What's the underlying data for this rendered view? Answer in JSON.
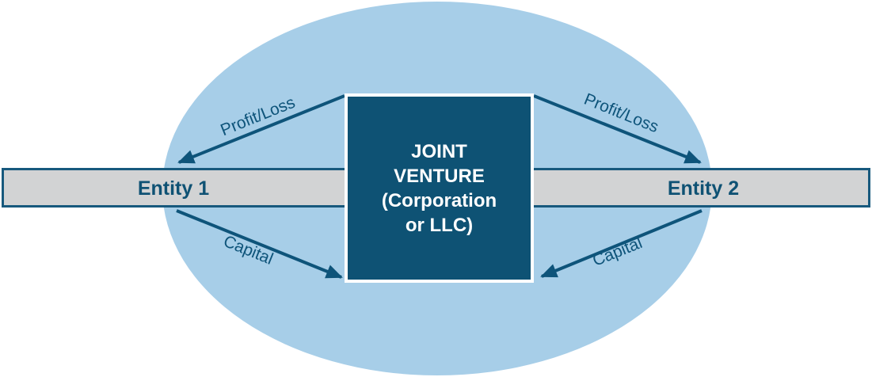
{
  "box": {
    "lines": [
      "JOINT",
      "VENTURE",
      "(Corporation",
      "or LLC)"
    ]
  },
  "entities": [
    {
      "label": "Entity 1"
    },
    {
      "label": "Entity 2"
    }
  ],
  "arrows": [
    {
      "label": "Profit/Loss",
      "direction": "joint-venture-to-entity-1"
    },
    {
      "label": "Profit/Loss",
      "direction": "joint-venture-to-entity-2"
    },
    {
      "label": "Capital",
      "direction": "entity-1-to-joint-venture"
    },
    {
      "label": "Capital",
      "direction": "entity-2-to-joint-venture"
    }
  ],
  "colors": {
    "ellipse": "#a7cee8",
    "box_fill": "#0e5274",
    "box_border": "#ffffff",
    "box_text": "#ffffff",
    "bar_fill": "#d2d3d4",
    "bar_border": "#17597d",
    "arrow": "#0e547a",
    "entity_text": "#0f5274"
  }
}
